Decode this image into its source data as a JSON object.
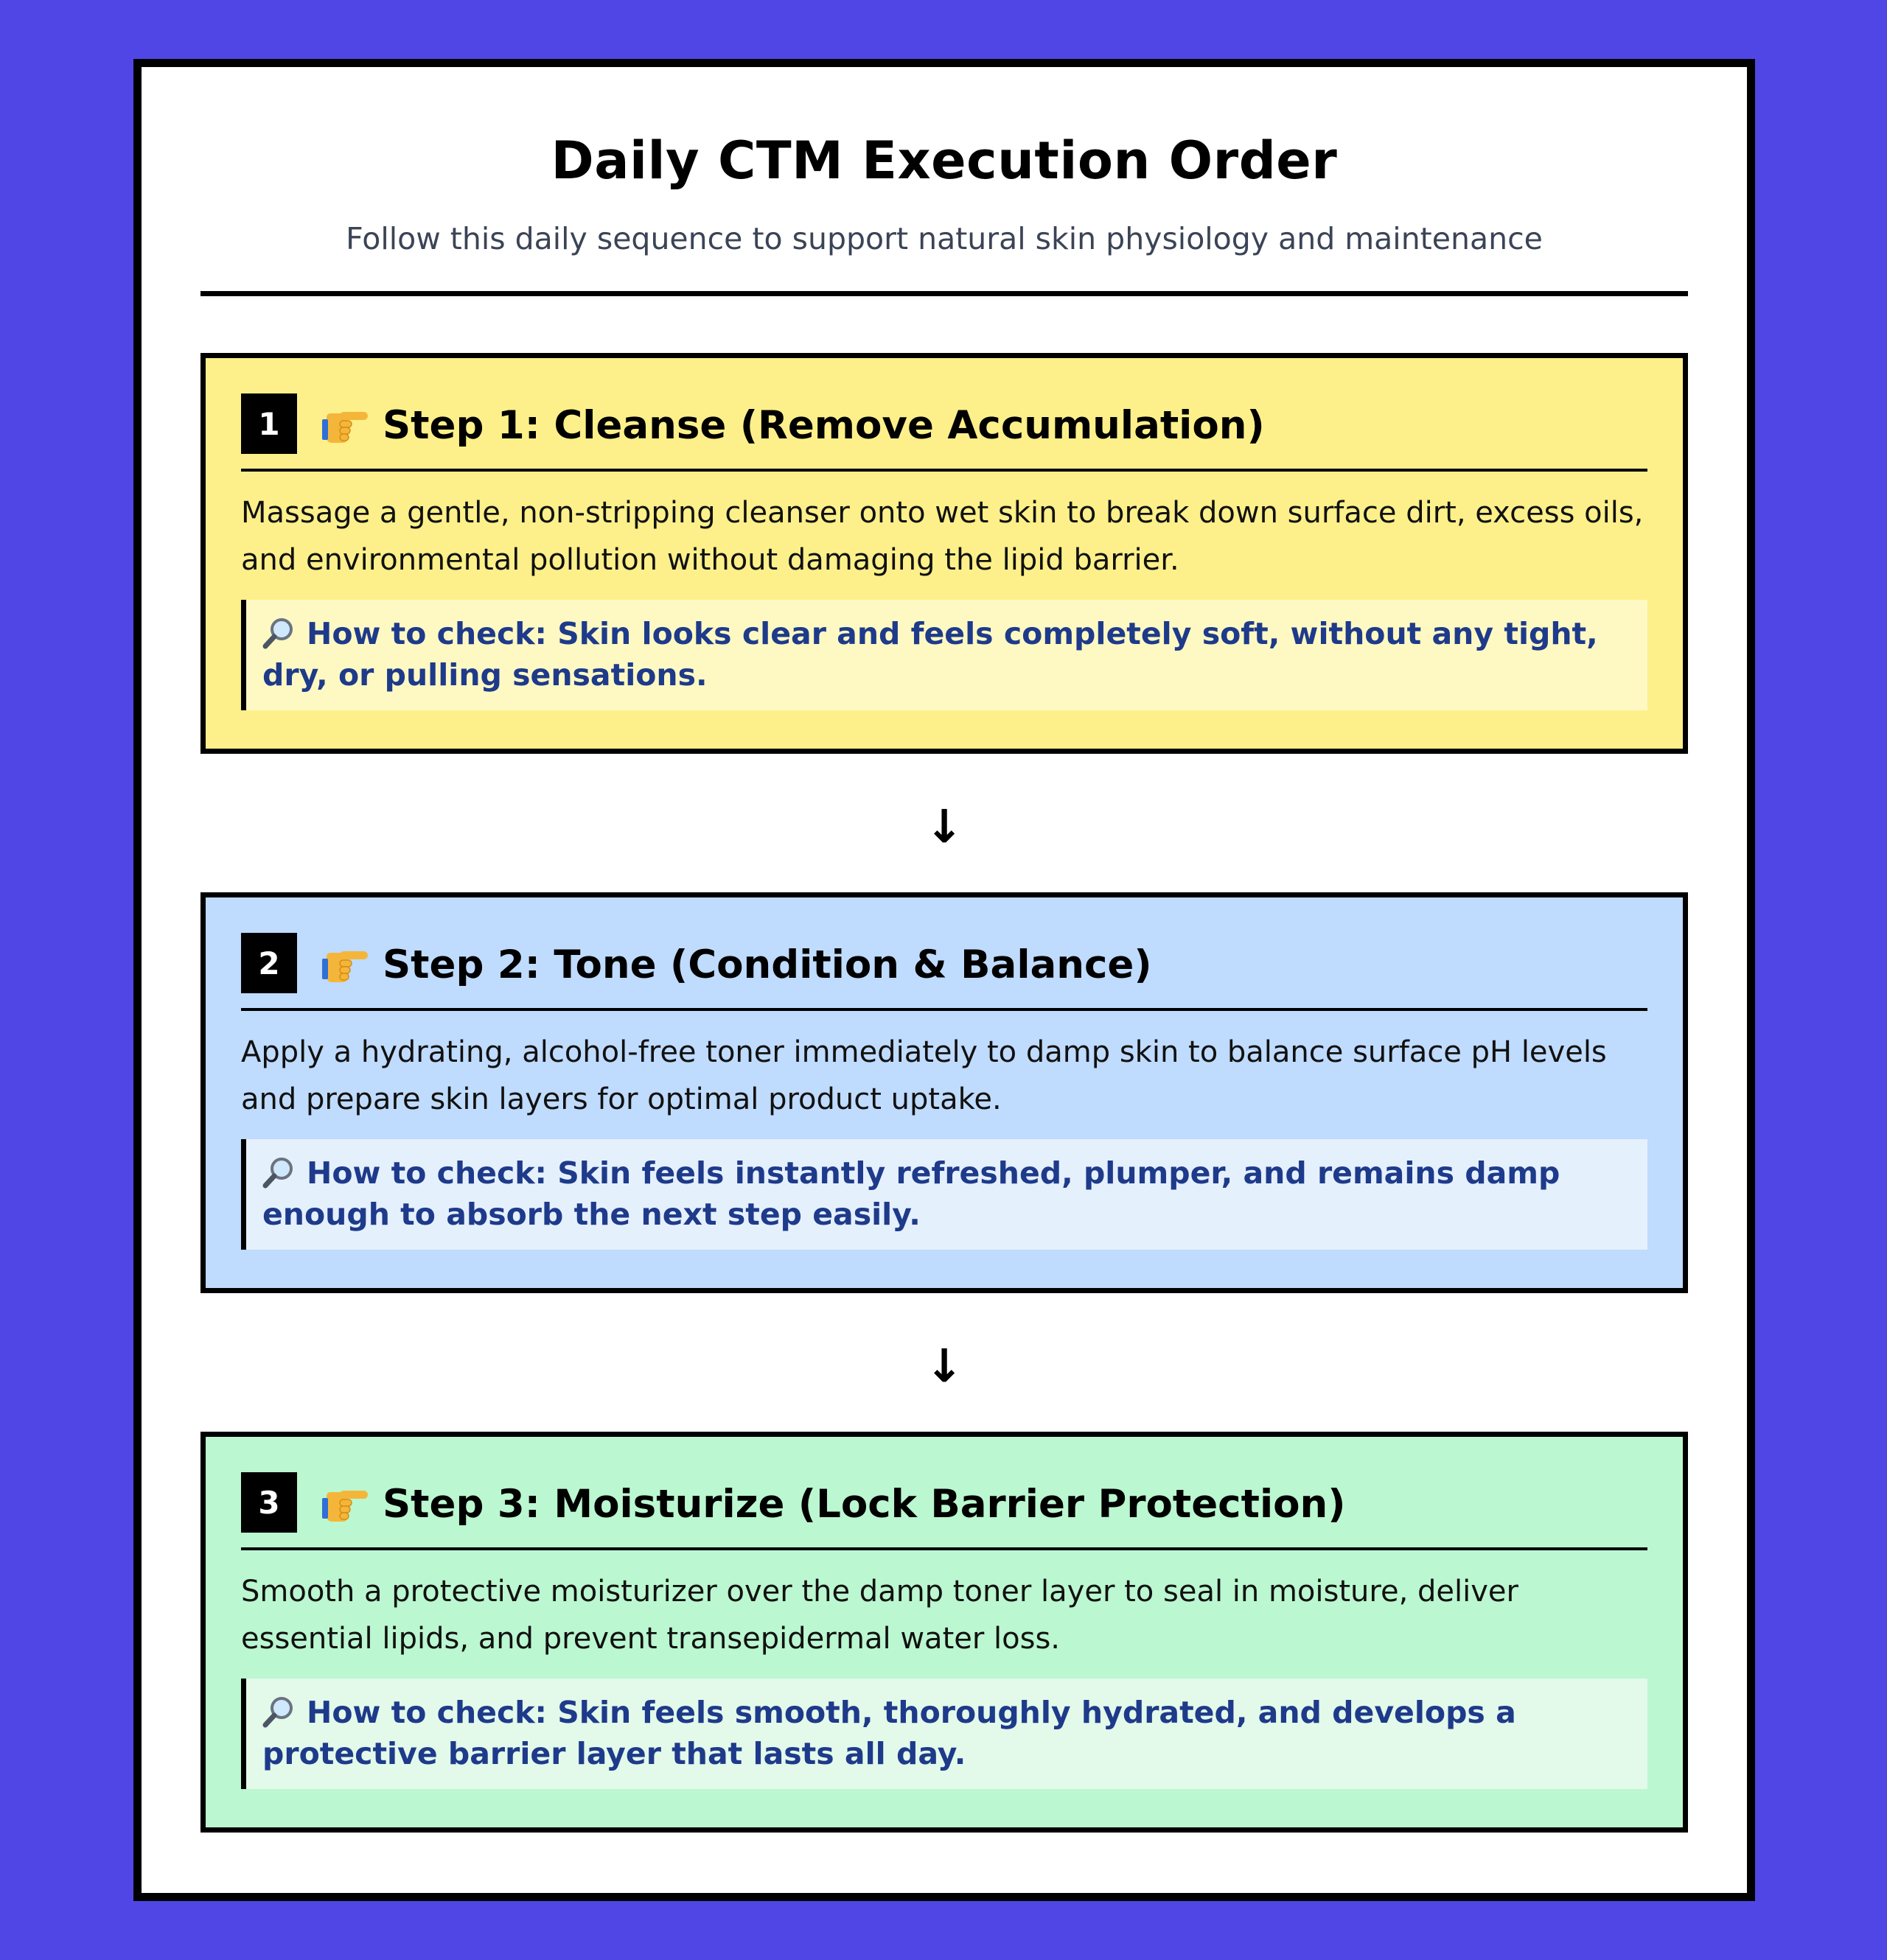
{
  "header": {
    "title": "Daily CTM Execution Order",
    "subtitle": "Follow this daily sequence to support natural skin physiology and maintenance"
  },
  "steps": [
    {
      "number": "1",
      "icon": "pointing-hand-icon",
      "title": "Step 1: Cleanse (Remove Accumulation)",
      "description": "Massage a gentle, non-stripping cleanser onto wet skin to break down surface dirt, excess oils, and environmental pollution without damaging the lipid barrier.",
      "check_icon": "magnifier-icon",
      "check_label": "How to check: Skin looks clear and feels completely soft, without any tight, dry, or pulling sensations.",
      "color": "#fdf08a"
    },
    {
      "number": "2",
      "icon": "pointing-hand-icon",
      "title": "Step 2: Tone (Condition & Balance)",
      "description": "Apply a hydrating, alcohol-free toner immediately to damp skin to balance surface pH levels and prepare skin layers for optimal product uptake.",
      "check_icon": "magnifier-icon",
      "check_label": "How to check: Skin feels instantly refreshed, plumper, and remains damp enough to absorb the next step easily.",
      "color": "#bfdbfe"
    },
    {
      "number": "3",
      "icon": "pointing-hand-icon",
      "title": "Step 3: Moisturize (Lock Barrier Protection)",
      "description": "Smooth a protective moisturizer over the damp toner layer to seal in moisture, deliver essential lipids, and prevent transepidermal water loss.",
      "check_icon": "magnifier-icon",
      "check_label": "How to check: Skin feels smooth, thoroughly hydrated, and develops a protective barrier layer that lasts all day.",
      "color": "#bbf7d0"
    }
  ],
  "connector": {
    "arrow": "↓"
  },
  "colors": {
    "background": "#4f46e5",
    "card": "#ffffff",
    "check_text": "#1e3a8a",
    "border": "#000000"
  }
}
